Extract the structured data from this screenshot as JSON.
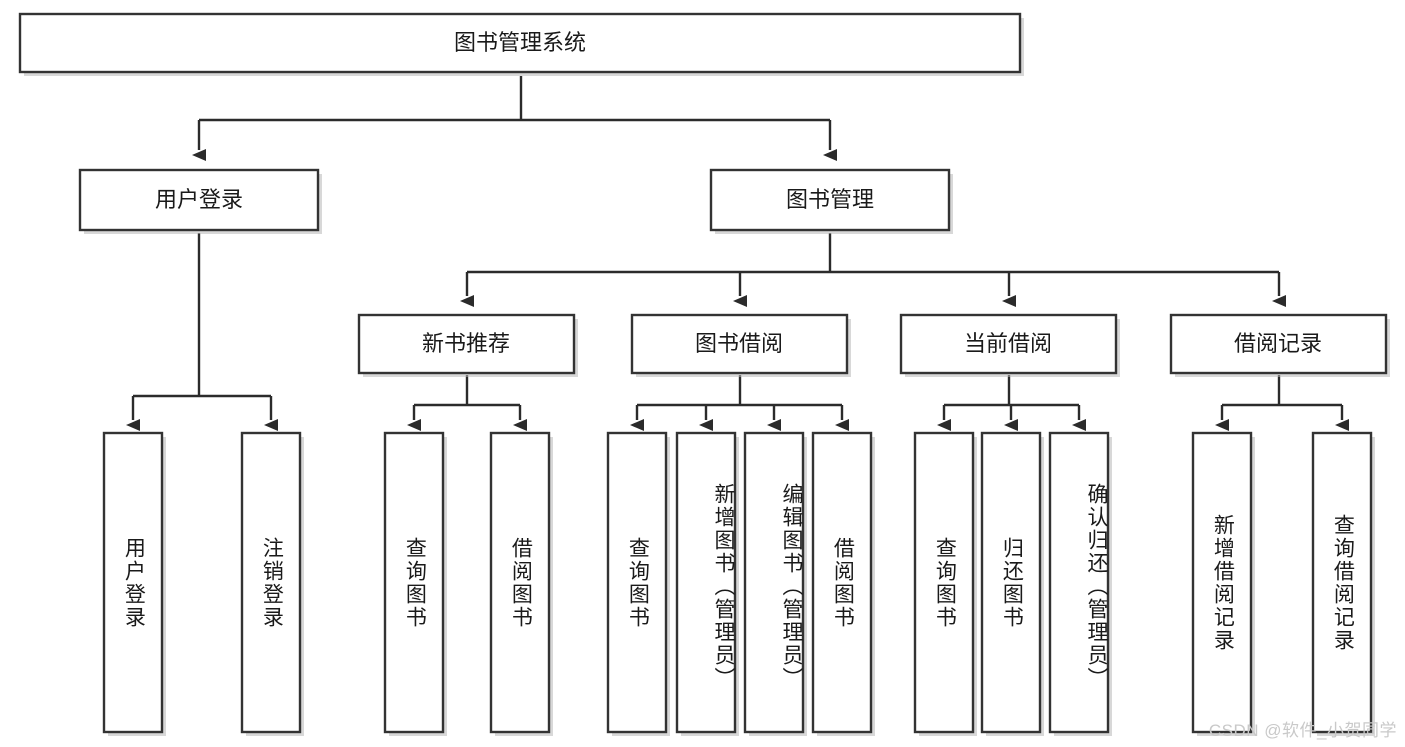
{
  "diagram": {
    "title": "图书管理系统",
    "type": "hierarchy-tree",
    "watermark": "CSDN @软件_小贺同学",
    "colors": {
      "box_stroke": "#333333",
      "box_fill": "#ffffff",
      "connector": "#2b2b2b",
      "text": "#1a1a1a",
      "watermark": "#c9c9c9",
      "background": "#ffffff"
    },
    "root": {
      "label": "图书管理系统"
    },
    "level2": [
      {
        "label": "用户登录"
      },
      {
        "label": "图书管理"
      }
    ],
    "level3": [
      {
        "label": "新书推荐"
      },
      {
        "label": "图书借阅"
      },
      {
        "label": "当前借阅"
      },
      {
        "label": "借阅记录"
      }
    ],
    "leaves": {
      "user_login": [
        {
          "label": "用户登录"
        },
        {
          "label": "注销登录"
        }
      ],
      "new_book_recommend": [
        {
          "label": "查询图书"
        },
        {
          "label": "借阅图书"
        }
      ],
      "book_borrow": [
        {
          "label": "查询图书"
        },
        {
          "label": "新增图书（管理员）"
        },
        {
          "label": "编辑图书（管理员）"
        },
        {
          "label": "借阅图书"
        }
      ],
      "current_borrow": [
        {
          "label": "查询图书"
        },
        {
          "label": "归还图书"
        },
        {
          "label": "确认归还（管理员）"
        }
      ],
      "borrow_records": [
        {
          "label": "新增借阅记录"
        },
        {
          "label": "查询借阅记录"
        }
      ]
    }
  }
}
